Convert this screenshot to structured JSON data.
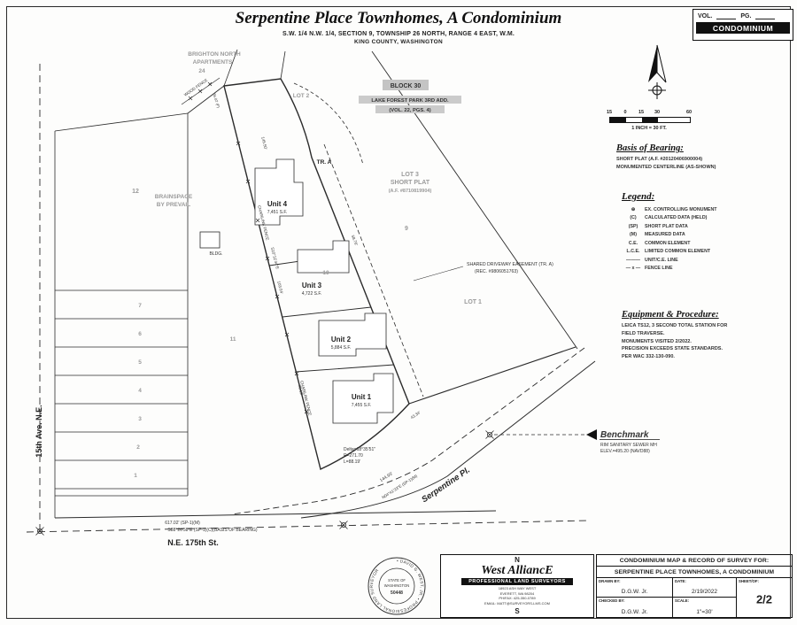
{
  "header": {
    "title": "Serpentine Place Townhomes, A Condominium",
    "subtitle1": "S.W. 1/4 N.W. 1/4, SECTION 9, TOWNSHIP 26 NORTH, RANGE 4 EAST, W.M.",
    "subtitle2": "KING COUNTY, WASHINGTON",
    "vol_label": "VOL.",
    "pg_label": "PG.",
    "condo_label": "CONDOMINIUM"
  },
  "scalebar": {
    "ticks": [
      "15",
      "0",
      "15",
      "30",
      "60"
    ],
    "caption": "1 INCH = 30 FT."
  },
  "basis": {
    "heading": "Basis of Bearing:",
    "line1": "SHORT PLAT (A.F. #20120406900004)",
    "line2": "MONUMENTED CENTERLINE (AS-SHOWN)"
  },
  "legend": {
    "heading": "Legend:",
    "items": [
      {
        "s": "⊕",
        "l": "EX. CONTROLLING MONUMENT"
      },
      {
        "s": "(C)",
        "l": "CALCULATED DATA (HELD)"
      },
      {
        "s": "(SP)",
        "l": "SHORT PLAT DATA"
      },
      {
        "s": "(M)",
        "l": "MEASURED DATA"
      },
      {
        "s": "C.E.",
        "l": "COMMON ELEMENT"
      },
      {
        "s": "L.C.E.",
        "l": "LIMITED COMMON ELEMENT"
      },
      {
        "s": "———",
        "l": "UNIT/C.E. LINE"
      },
      {
        "s": "— x —",
        "l": "FENCE LINE"
      }
    ]
  },
  "equipment": {
    "heading": "Equipment & Procedure:",
    "line1": "LEICA TS12, 3 SECOND TOTAL STATION FOR",
    "line2": "FIELD TRAVERSE.",
    "line3": "MONUMENTS VISITED 2/2022.",
    "line4": "PRECISION EXCEEDS STATE STANDARDS.",
    "line5": "PER WAC 332-130-090."
  },
  "benchmark": {
    "heading": "Benchmark",
    "line1": "RIM SANITARY SEWER MH",
    "line2": "ELEV.=495.20 (NAVD88)"
  },
  "map": {
    "brighton1": "BRIGHTON NORTH",
    "brighton2": "APARTMENTS",
    "brighton3": "24",
    "wood_fence": "WOOD FENCE",
    "lot2": "LOT 2",
    "block30": "BLOCK 30",
    "lfp1": "LAKE FOREST PARK 3RD ADD.",
    "lfp2": "(VOL. 22, PGS. 4)",
    "tra": "TR. A",
    "lot3a": "LOT 3",
    "lot3b": "SHORT PLAT",
    "lot3c": "(A.F. #8710819904)",
    "lot1": "LOT 1",
    "n9": "9",
    "n10": "10",
    "n11": "11",
    "n12": "12",
    "lots": [
      "7",
      "6",
      "5",
      "4",
      "3",
      "2",
      "1"
    ],
    "brainspace1": "BRAINSPACE",
    "brainspace2": "BY PREVAIL",
    "bldg": "BLDG.",
    "unit4": "Unit 4",
    "unit4sf": "7,451 S.F.",
    "unit3": "Unit 3",
    "unit3sf": "4,722 S.F.",
    "unit2": "Unit 2",
    "unit2sf": "5,884 S.F.",
    "unit1": "Unit 1",
    "unit1sf": "7,455 S.F.",
    "easement1": "SHARED DRIVEWAY EASEMENT (TR. A)",
    "easement2": "(REC. #9806051763)",
    "chainlink": "CHAINLINK FENCE",
    "delta1": "Delta=18°35'51\"",
    "delta2": "R=271.70",
    "delta3": "L=88.19'",
    "serpentine": "Serpentine Pl.",
    "ne175": "N.E. 175th St.",
    "ave15": "15th Ave. N.E.",
    "dim617": "617.02' (SP-1)(M)",
    "basis_line": "S88°26'58\"E (SP-1)(C)(BASIS OF BEARING)",
    "dim14493": "144.93'",
    "bearing_serp": "N04°41'33\"E (SP-1)(M)",
    "dim14550": "145.50'",
    "bearing_left": "S10°12'44\"E",
    "dim10304": "103.04'",
    "dim7819": "78.19'",
    "dim5876": "58.76'",
    "dim4334": "43.34'",
    "dim3602": "36.02' (F)"
  },
  "seal": {
    "ring": "• DAVID G. WEST, JR. • PROFESSIONAL LAND SURVEYOR",
    "center1": "STATE OF",
    "center2": "WASHINGTON",
    "number": "50448"
  },
  "company": {
    "north": "N",
    "south": "S",
    "name": "West AlliancE",
    "tagline": "PROFESSIONAL LAND SURVEYORS",
    "addr1": "18923 ASH WAY WEST",
    "addr2": "EVERETT, WA 98204",
    "addr3": "PH/FAX: 425-350-0789",
    "addr4": "EMAIL: MATT@SURVEYORS-LMS.COM"
  },
  "titleblock": {
    "line1": "CONDOMINIUM MAP & RECORD OF SURVEY FOR:",
    "line2": "SERPENTINE PLACE TOWNHOMES, A CONDOMINIUM",
    "drawn_label": "DRAWN BY:",
    "drawn": "D.G.W. Jr.",
    "date_label": "DATE:",
    "date": "2/19/2022",
    "checked_label": "CHECKED BY:",
    "checked": "D.G.W. Jr.",
    "scale_label": "SCALE:",
    "scale": "1\"=30'",
    "sheet_label": "SHEET/OF:",
    "sheet": "2/2"
  }
}
